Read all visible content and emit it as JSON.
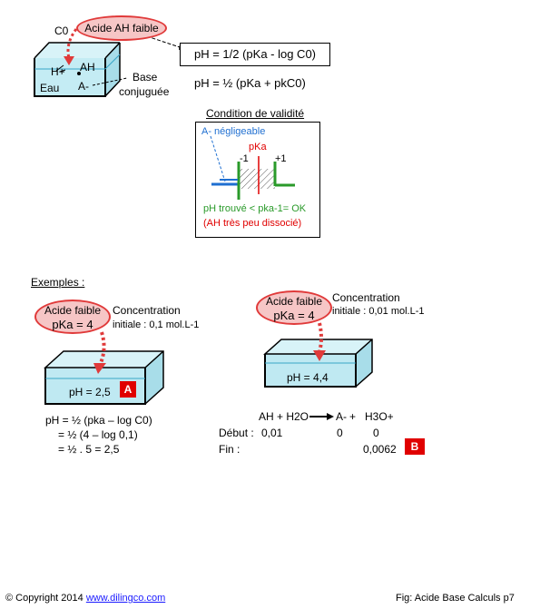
{
  "top": {
    "c0_label": "C0",
    "acid_ellipse": "Acide AH faible",
    "hplus": "H+",
    "ah": "AH",
    "aminus": "A-",
    "eau": "Eau",
    "base_line1": "Base",
    "base_line2": "conjuguée",
    "formula1": "pH = 1/2 (pKa  - log C0)",
    "formula2": "pH = ½ (pKa + pkC0)"
  },
  "validity": {
    "title": "Condition de validité",
    "negligible": "A- négligeable",
    "pka": "pKa",
    "minus1": "-1",
    "plus1": "+1",
    "ok_text": "pH trouvé < pka-1= OK",
    "note": "(AH très peu dissocié)"
  },
  "examples": {
    "title": "Exemples :",
    "a": {
      "ellipse_line1": "Acide faible",
      "ellipse_line2": "pKa = 4",
      "conc_line1": "Concentration",
      "conc_line2": "initiale : 0,1 mol.L-1",
      "ph": "pH = 2,5",
      "tag": "A",
      "calc1": "pH = ½ (pka – log C0)",
      "calc2": "= ½ (4 – log 0,1)",
      "calc3": "=  ½ . 5 = 2,5"
    },
    "b": {
      "ellipse_line1": "Acide faible",
      "ellipse_line2": "pKa = 4",
      "conc_line1": "Concentration",
      "conc_line2": "initiale : 0,01 mol.L-1",
      "ph": "pH = 4,4",
      "reaction_left": "AH + H2O",
      "reaction_a": "A-",
      "reaction_plus": "+",
      "reaction_h3o": "H3O+",
      "debut_label": "Début :",
      "debut_ah": "0,01",
      "debut_a": "0",
      "debut_h3o": "0",
      "fin_label": "Fin :",
      "fin_h3o": "0,0062",
      "tag": "B"
    }
  },
  "footer": {
    "copyright": "© Copyright 2014",
    "link": "www.dilingco.com",
    "fig": "Fig:  Acide Base Calculs p7"
  },
  "colors": {
    "red": "#e03a3a",
    "pink": "#f6c6c6",
    "water": "#bfe9f2",
    "blue": "#1f6fd1",
    "green": "#2a9a2a"
  }
}
